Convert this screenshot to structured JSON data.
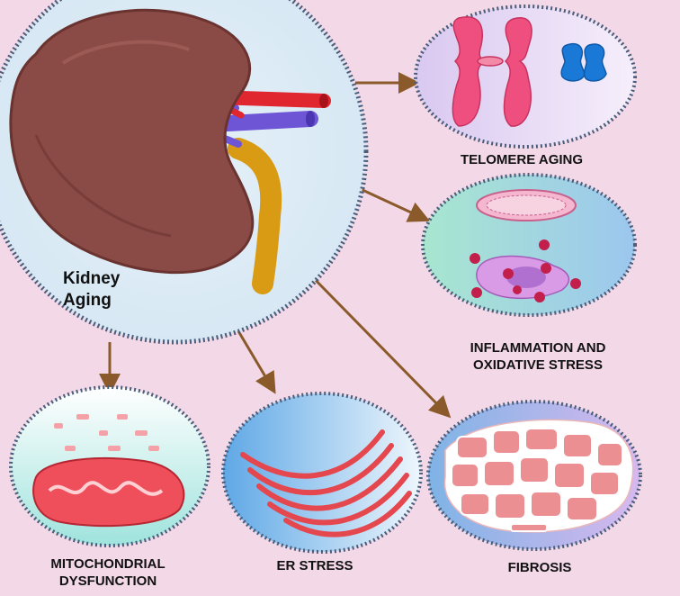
{
  "labels": {
    "kidney_line1": "Kidney",
    "kidney_line2": "Aging",
    "telomere": "TELOMERE AGING",
    "inflammation_line1": "INFLAMMATION AND",
    "inflammation_line2": "OXIDATIVE STRESS",
    "mitochondrial_line1": "MITOCHONDRIAL",
    "mitochondrial_line2": "DYSFUNCTION",
    "er_stress": "ER STRESS",
    "fibrosis": "FIBROSIS"
  },
  "colors": {
    "background": "#f3d9e8",
    "arrow": "#8b5a2b",
    "kidney": "#8a4a45",
    "artery": "#e0262f",
    "vein": "#6e55d6",
    "ureter": "#d99a14",
    "dotted_border": "#4a5d7a"
  },
  "icons": [
    "kidney-icon",
    "chromosome-icon",
    "cell-membrane-icon",
    "mitochondrion-icon",
    "endoplasmic-reticulum-icon",
    "fibrotic-tissue-icon"
  ]
}
